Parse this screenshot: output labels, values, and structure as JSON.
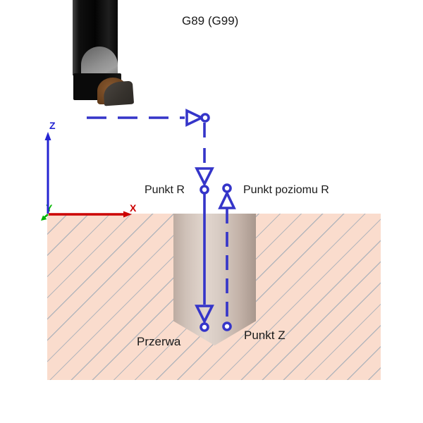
{
  "title": "G89 (G99)",
  "axes": {
    "x": "X",
    "y": "Y",
    "z": "Z"
  },
  "labels": {
    "point_r": "Punkt R",
    "r_level_point": "Punkt poziomu R",
    "dwell": "Przerwa",
    "point_z": "Punkt Z"
  },
  "colors": {
    "path_blue": "#3535c9",
    "axis_z_blue": "#2424d2",
    "axis_x_red": "#cc0000",
    "axis_y_green": "#00b400",
    "workpiece_fill": "#fadccd",
    "hatch_line": "#b4b6bc",
    "hole_light": "#e2d6ce",
    "hole_dark": "#a8978d",
    "text": "#1a1a1a",
    "background": "#ffffff"
  }
}
